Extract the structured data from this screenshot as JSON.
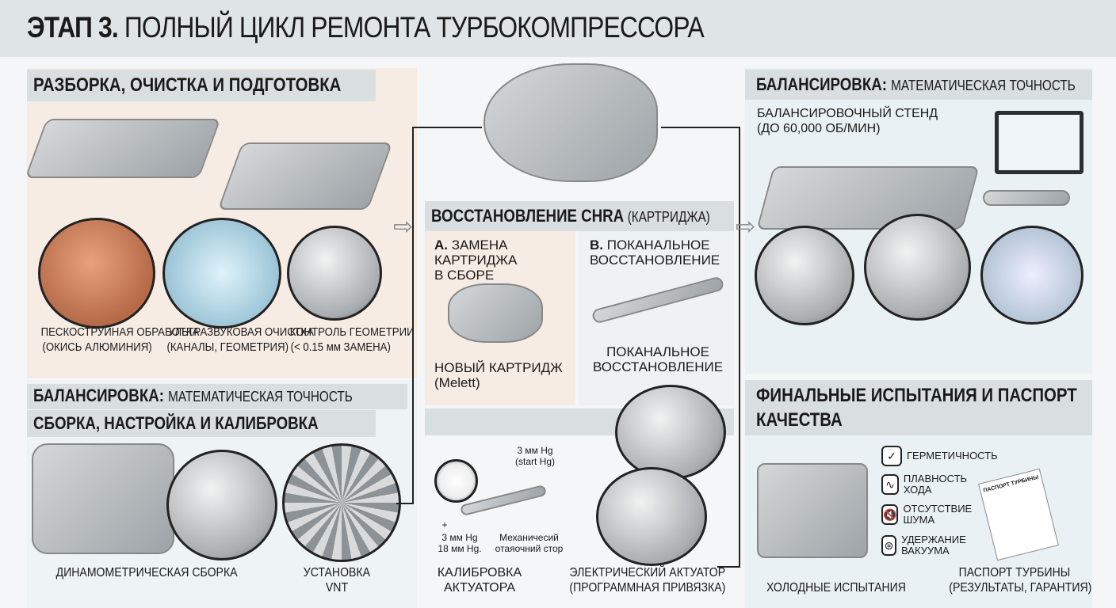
{
  "title": {
    "stage": "ЭТАП 3.",
    "text": "ПОЛНЫЙ ЦИКЛ РЕМОНТА ТУРБОКОМПРЕССОРА"
  },
  "left_top": {
    "heading": "РАЗБОРКА, ОЧИСТКА И ПОДГОТОВКА",
    "items": [
      {
        "label": "ПЕСКОСТРУЙНАЯ ОБРАБОТКА",
        "sub": "(ОКИСЬ АЛЮМИНИЯ)"
      },
      {
        "label": "УЛЬТРАЗВУКОВАЯ ОЧИСТКА",
        "sub": "(КАНАЛЫ, ГЕОМЕТРИЯ)"
      },
      {
        "label": "КОНТРОЛЬ ГЕОМЕТРИИ",
        "sub": "(< 0.15 мм ЗАМЕНА)"
      }
    ]
  },
  "left_bottom": {
    "heading1": "БАЛАНСИРОВКА:",
    "heading1_sub": "МАТЕМАТИЧЕСКАЯ ТОЧНОСТЬ",
    "heading2": "СБОРКА, НАСТРОЙКА И КАЛИБРОВКА",
    "items": [
      {
        "label": "ДИНАМОМЕТРИЧЕСКАЯ СБОРКА"
      },
      {
        "label": "УСТАНОВКА",
        "sub": "VNT"
      }
    ]
  },
  "center": {
    "heading": "ВОССТАНОВЛЕНИЕ CHRA",
    "heading_sub": "(КАРТРИДЖА)",
    "a": {
      "prefix": "A.",
      "title": "ЗАМЕНА КАРТРИДЖА В СБОРЕ",
      "label": "НОВЫЙ КАРТРИДЖ",
      "sub": "(Melett)"
    },
    "b": {
      "prefix": "B.",
      "title": "ПОКАНАЛЬНОЕ ВОССТАНОВЛЕНИЕ",
      "label": "ПОКАНАЛЬНОЕ ВОССТАНОВЛЕНИЕ"
    },
    "gauge": {
      "top1": "3 мм Hg",
      "top2": "(start Hg)",
      "left1": "3 мм Hg",
      "left2": "18 мм Hg.",
      "mid1": "Механичесий",
      "mid2": "отаяочний стор",
      "plus": "+"
    },
    "calib": {
      "label": "КАЛИБРОВКА АКТУАТОРА"
    },
    "actuator": {
      "label": "ЭЛЕКТРИЧЕСКИЙ АКТУАТОР",
      "sub": "(ПРОГРАММНАЯ ПРИВЯЗКА)"
    }
  },
  "right_top": {
    "heading": "БАЛАНСИРОВКА:",
    "heading_sub": "МАТЕМАТИЧЕСКАЯ ТОЧНОСТЬ",
    "stand": "БАЛАНСИРОВОЧНЫЙ СТЕНД",
    "stand_sub": "(ДО 60,000 ОБ/МИН)"
  },
  "right_bottom": {
    "heading": "ФИНАЛЬНЫЕ ИСПЫТАНИЯ И ПАСПОРТ КАЧЕСТВА",
    "checks": [
      {
        "icon": "shield-check-icon",
        "glyph": "✓",
        "label": "ГЕРМЕТИЧНОСТЬ"
      },
      {
        "icon": "wave-icon",
        "glyph": "∿",
        "label": "ПЛАВНОСТЬ ХОДА"
      },
      {
        "icon": "mute-icon",
        "glyph": "🔇",
        "label": "ОТСУТСТВИЕ ШУМА"
      },
      {
        "icon": "vacuum-gauge-icon",
        "glyph": "⊛",
        "label": "УДЕРЖАНИЕ ВАКУУМА"
      }
    ],
    "cold": "ХОЛОДНЫЕ ИСПЫТАНИЯ",
    "passport": "ПАСПОРТ ТУРБИНЫ",
    "passport_sub": "(РЕЗУЛЬТАТЫ, ГАРАНТИЯ)",
    "doc_title": "ПАСПОРТ ТУРБИНЫ"
  }
}
